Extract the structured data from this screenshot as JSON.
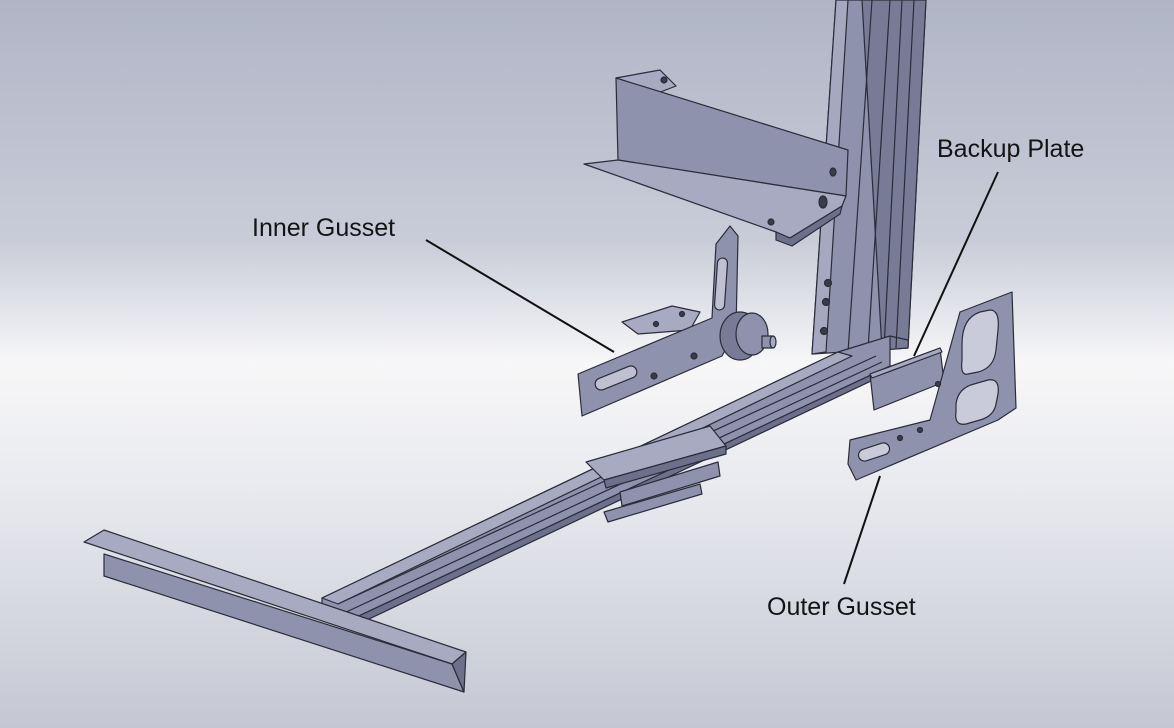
{
  "labels": {
    "inner_gusset": "Inner Gusset",
    "backup_plate": "Backup Plate",
    "outer_gusset": "Outer Gusset"
  },
  "colors": {
    "background_top": "#b3b8c8",
    "background_mid": "#f6f6f7",
    "background_bottom": "#c7cad5",
    "part_fill": "#8e92ad",
    "part_fill_light": "#a7aac1",
    "part_fill_dark": "#6c708b",
    "part_edge": "#2a2c3a",
    "leader_line": "#111111"
  }
}
